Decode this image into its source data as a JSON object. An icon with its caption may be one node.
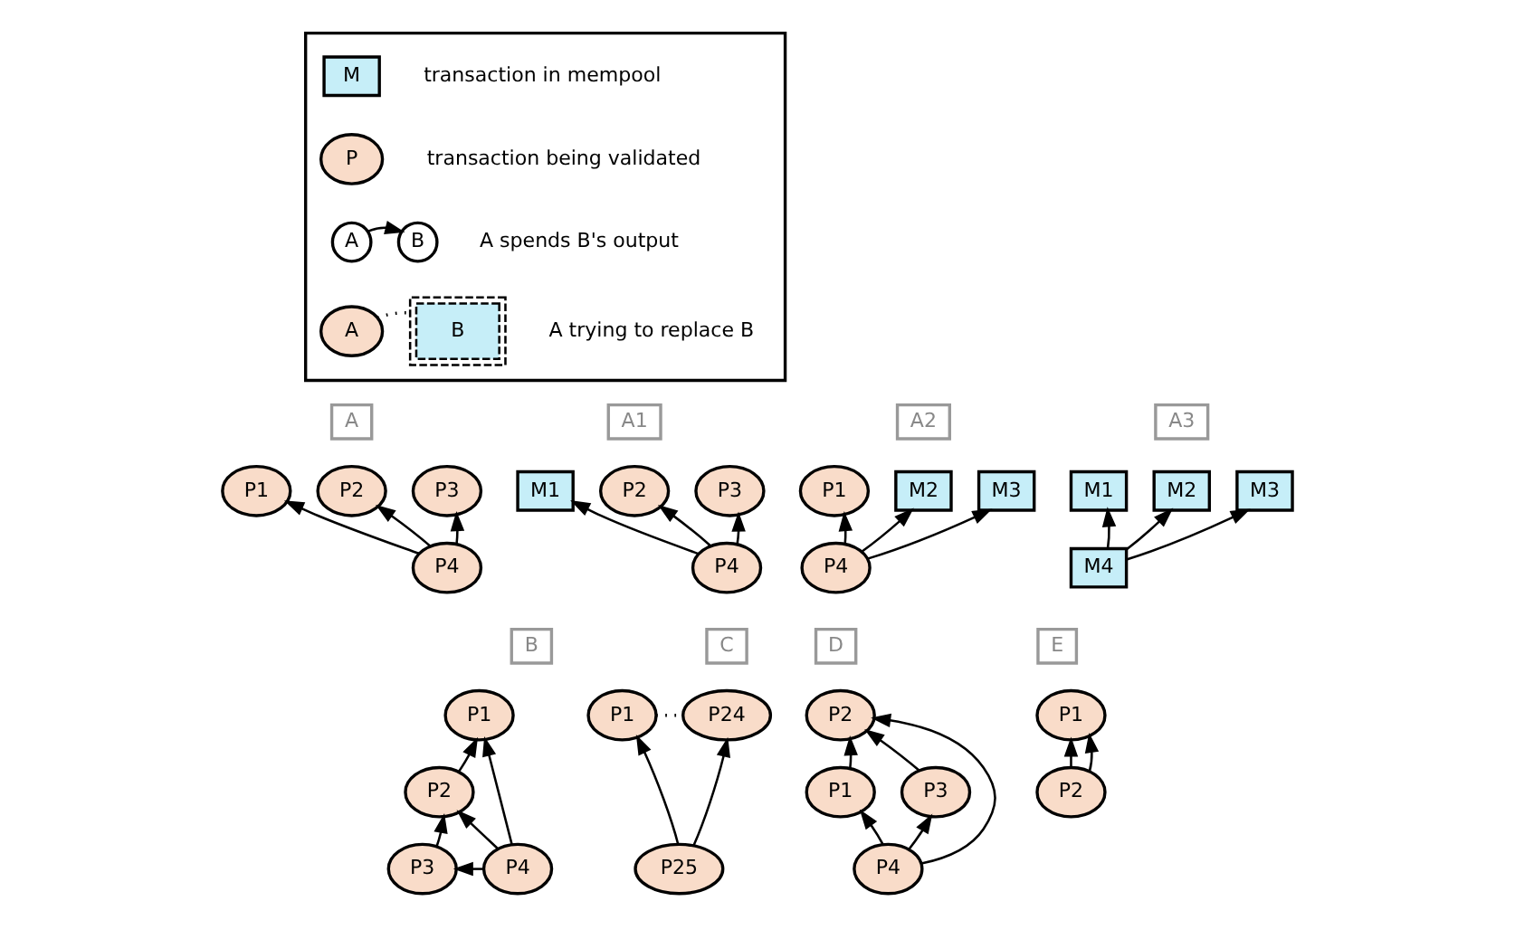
{
  "diagram": {
    "nodes": [
      {
        "text": [],
        "shape": "box"
      },
      {
        "text": [
          "M"
        ],
        "in": 0,
        "beside": [
          "transaction in mempool"
        ]
      },
      {
        "text": [
          "P"
        ],
        "in": 0,
        "beside": [
          "transaction being validated"
        ]
      },
      {
        "text": [
          "A"
        ],
        "in": 0
      },
      {
        "text": [
          "B"
        ],
        "in": 0,
        "beside": [
          "A spends B's output"
        ]
      },
      {
        "text": [
          "A"
        ],
        "in": 0
      },
      {
        "text": [
          "B"
        ],
        "in": 0,
        "beside": [
          "A trying to replace B"
        ]
      },
      {
        "text": [
          "A"
        ]
      },
      {
        "text": [
          "P1"
        ]
      },
      {
        "text": [
          "P2"
        ]
      },
      {
        "text": [
          "P3"
        ]
      },
      {
        "text": [
          "P4"
        ]
      },
      {
        "text": [
          "A1"
        ]
      },
      {
        "text": [
          "M1"
        ]
      },
      {
        "text": [
          "P2"
        ]
      },
      {
        "text": [
          "P3"
        ]
      },
      {
        "text": [
          "P4"
        ]
      },
      {
        "text": [
          "A2"
        ]
      },
      {
        "text": [
          "P1"
        ]
      },
      {
        "text": [
          "M2"
        ]
      },
      {
        "text": [
          "M3"
        ]
      },
      {
        "text": [
          "P4"
        ]
      },
      {
        "text": [
          "A3"
        ]
      },
      {
        "text": [
          "M1"
        ]
      },
      {
        "text": [
          "M2"
        ]
      },
      {
        "text": [
          "M3"
        ]
      },
      {
        "text": [
          "M4"
        ]
      },
      {
        "text": [
          "B"
        ]
      },
      {
        "text": [
          "P1"
        ]
      },
      {
        "text": [
          "P2"
        ]
      },
      {
        "text": [
          "P3"
        ]
      },
      {
        "text": [
          "P4"
        ]
      },
      {
        "text": [
          "C"
        ]
      },
      {
        "text": [
          "P1"
        ]
      },
      {
        "text": [
          "P24"
        ]
      },
      {
        "text": [
          "P25"
        ]
      },
      {
        "text": [
          "D"
        ]
      },
      {
        "text": [
          "P2"
        ]
      },
      {
        "text": [
          "P1"
        ]
      },
      {
        "text": [
          "P3"
        ]
      },
      {
        "text": [
          "P4"
        ]
      },
      {
        "text": [
          "E"
        ]
      },
      {
        "text": [
          "P1"
        ]
      },
      {
        "text": [
          "P2"
        ]
      }
    ],
    "edges": [
      {
        "from": 3,
        "to": 4,
        "arrow": "to"
      },
      {
        "from": 5,
        "to": 6,
        "arrow": "none",
        "style": "dashed"
      },
      {
        "from": 11,
        "to": 8,
        "arrow": "to"
      },
      {
        "from": 11,
        "to": 9,
        "arrow": "to"
      },
      {
        "from": 11,
        "to": 10,
        "arrow": "to"
      },
      {
        "from": 16,
        "to": 13,
        "arrow": "to"
      },
      {
        "from": 16,
        "to": 14,
        "arrow": "to"
      },
      {
        "from": 16,
        "to": 15,
        "arrow": "to"
      },
      {
        "from": 21,
        "to": 18,
        "arrow": "to"
      },
      {
        "from": 21,
        "to": 19,
        "arrow": "to"
      },
      {
        "from": 21,
        "to": 20,
        "arrow": "to"
      },
      {
        "from": 26,
        "to": 23,
        "arrow": "to"
      },
      {
        "from": 26,
        "to": 24,
        "arrow": "to"
      },
      {
        "from": 26,
        "to": 25,
        "arrow": "to"
      },
      {
        "from": 29,
        "to": 28,
        "arrow": "to"
      },
      {
        "from": 30,
        "to": 29,
        "arrow": "to"
      },
      {
        "from": 31,
        "to": 30,
        "arrow": "to"
      },
      {
        "from": 31,
        "to": 29,
        "arrow": "to"
      },
      {
        "from": 31,
        "to": 28,
        "arrow": "to"
      },
      {
        "from": 35,
        "to": 33,
        "arrow": "to"
      },
      {
        "from": 35,
        "to": 34,
        "arrow": "to"
      },
      {
        "from": 33,
        "to": 34,
        "arrow": "none",
        "style": "dashed"
      },
      {
        "from": 38,
        "to": 37,
        "arrow": "to"
      },
      {
        "from": 39,
        "to": 37,
        "arrow": "to"
      },
      {
        "from": 40,
        "to": 37,
        "arrow": "to"
      },
      {
        "from": 40,
        "to": 38,
        "arrow": "to"
      },
      {
        "from": 40,
        "to": 39,
        "arrow": "to"
      },
      {
        "from": 43,
        "to": 42,
        "arrow": "to"
      },
      {
        "from": 43,
        "to": 42,
        "arrow": "to"
      }
    ]
  }
}
